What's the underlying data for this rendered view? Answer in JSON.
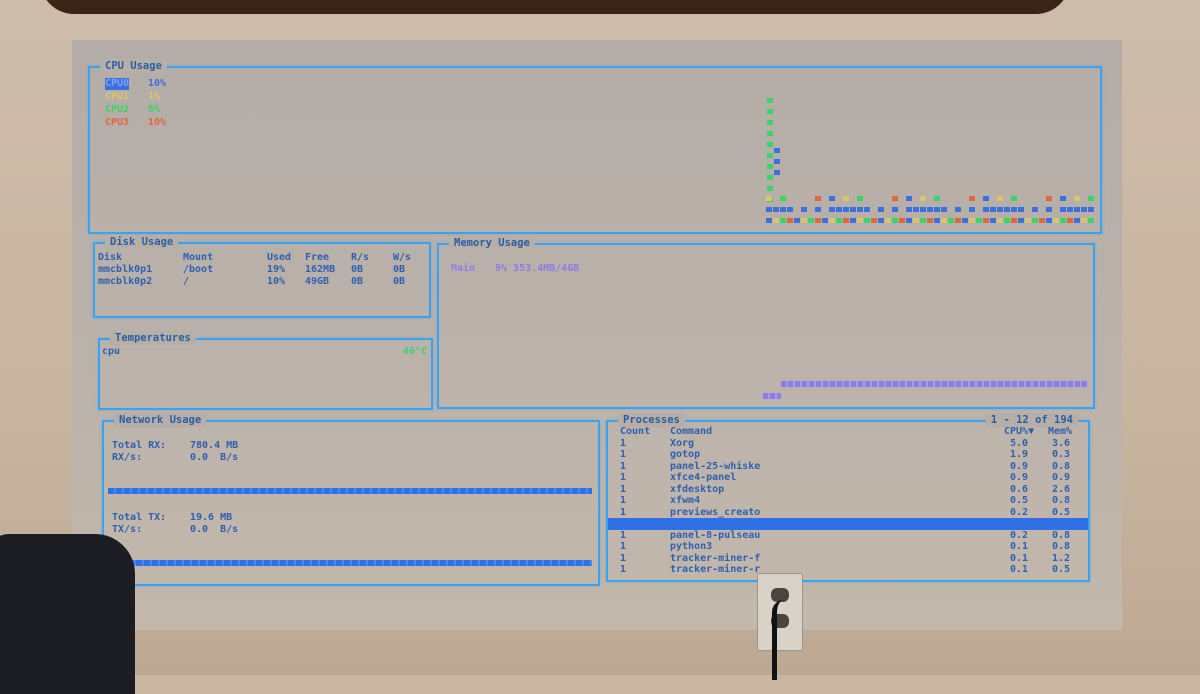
{
  "cpu": {
    "title": "CPU Usage",
    "legend": [
      {
        "name": "CPU0",
        "value": "10%",
        "color": "#3c6fe0"
      },
      {
        "name": "CPU1",
        "value": "1%",
        "color": "#d7c76a"
      },
      {
        "name": "CPU2",
        "value": "6%",
        "color": "#39d46a"
      },
      {
        "name": "CPU3",
        "value": "10%",
        "color": "#e0683a"
      }
    ]
  },
  "disk": {
    "title": "Disk Usage",
    "headers": [
      "Disk",
      "Mount",
      "Used",
      "Free",
      "R/s",
      "W/s"
    ],
    "rows": [
      [
        "mmcblk0p1",
        "/boot",
        "19%",
        "162MB",
        "0B",
        "0B"
      ],
      [
        "mmcblk0p2",
        "/",
        "10%",
        "49GB",
        "0B",
        "0B"
      ]
    ]
  },
  "memory": {
    "title": "Memory Usage",
    "main_label": "Main",
    "main_value": "9% 353.4MB/4GB",
    "used_fraction": 0.09,
    "color": "#8b7ce6"
  },
  "temperatures": {
    "title": "Temperatures",
    "sensor": "cpu",
    "value": "46°C",
    "value_color": "#39d46a"
  },
  "network": {
    "title": "Network Usage",
    "rx_total_label": "Total RX:",
    "rx_total": "780.4 MB",
    "rx_rate_label": "RX/s:",
    "rx_rate": "0.0  B/s",
    "tx_total_label": "Total TX:",
    "tx_total": "19.6 MB",
    "tx_rate_label": "TX/s:",
    "tx_rate": "0.0  B/s"
  },
  "processes": {
    "title": "Processes",
    "range": "1 - 12 of 194",
    "headers": {
      "count": "Count",
      "command": "Command",
      "cpu": "CPU%▼",
      "mem": "Mem%"
    },
    "rows": [
      {
        "count": "1",
        "command": "Xorg",
        "cpu": "5.0",
        "mem": "3.6"
      },
      {
        "count": "1",
        "command": "gotop",
        "cpu": "1.9",
        "mem": "0.3"
      },
      {
        "count": "1",
        "command": "panel-25-whiske",
        "cpu": "0.9",
        "mem": "0.8"
      },
      {
        "count": "1",
        "command": "xfce4-panel",
        "cpu": "0.9",
        "mem": "0.9"
      },
      {
        "count": "1",
        "command": "xfdesktop",
        "cpu": "0.6",
        "mem": "2.6"
      },
      {
        "count": "1",
        "command": "xfwm4",
        "cpu": "0.5",
        "mem": "0.8"
      },
      {
        "count": "1",
        "command": "previews_creato",
        "cpu": "0.2",
        "mem": "0.5"
      },
      {
        "count": "",
        "command": "",
        "cpu": "",
        "mem": ""
      },
      {
        "count": "1",
        "command": "panel-8-pulseau",
        "cpu": "0.2",
        "mem": "0.8"
      },
      {
        "count": "1",
        "command": "python3",
        "cpu": "0.1",
        "mem": "0.8"
      },
      {
        "count": "1",
        "command": "tracker-miner-f",
        "cpu": "0.1",
        "mem": "1.2"
      },
      {
        "count": "1",
        "command": "tracker-miner-r",
        "cpu": "0.1",
        "mem": "0.5"
      }
    ],
    "selected_index": 7
  }
}
